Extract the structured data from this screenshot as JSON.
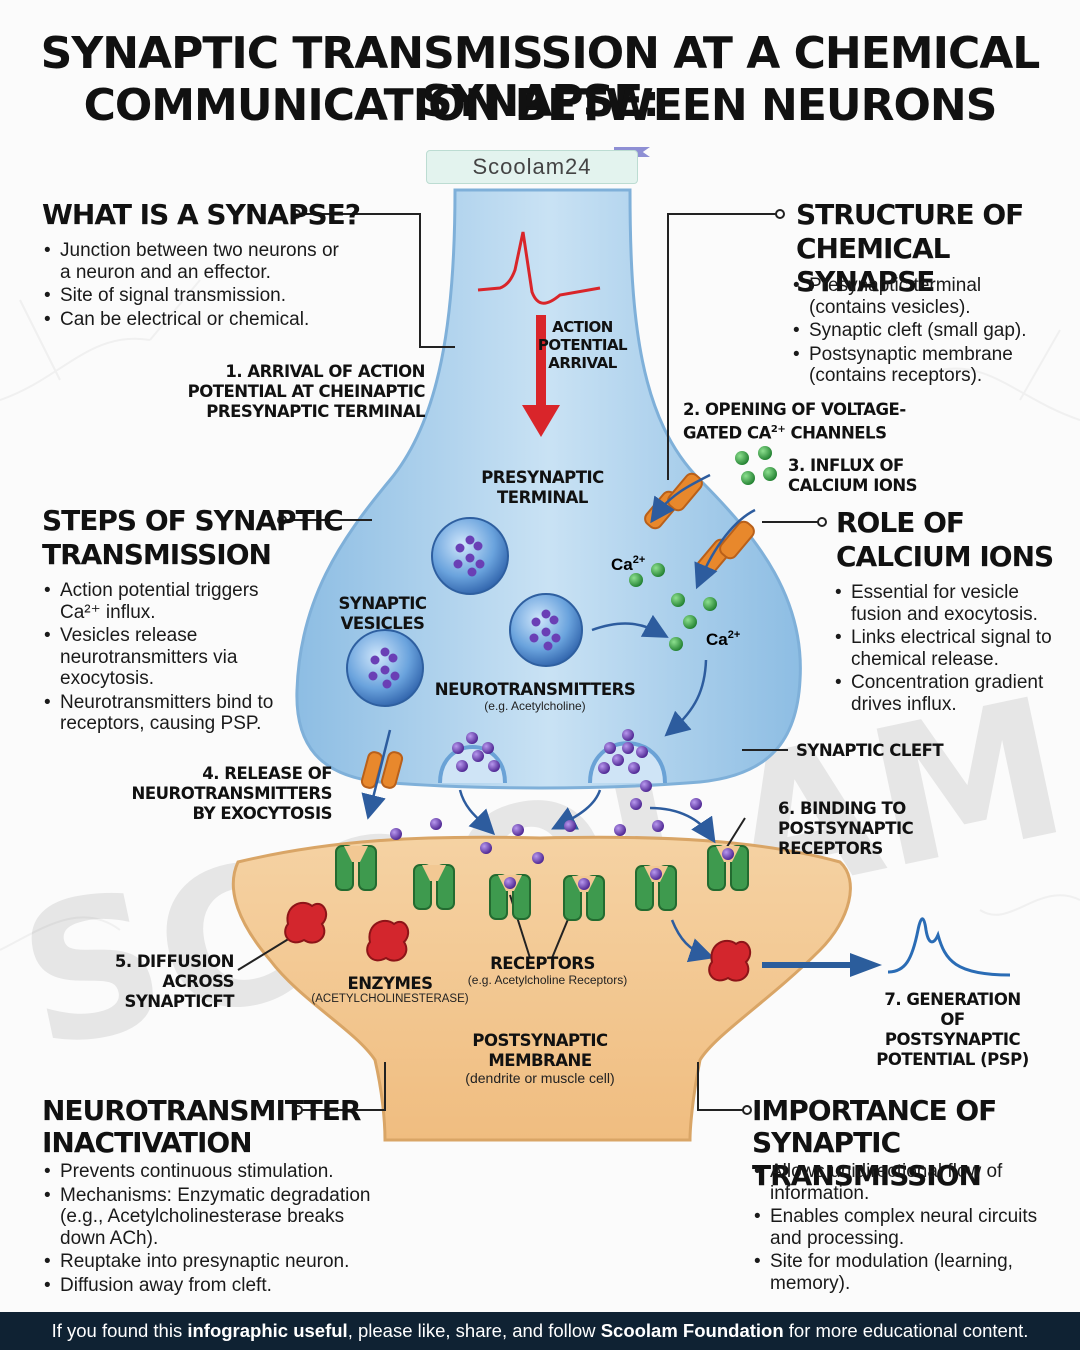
{
  "title": {
    "line1": "SYNAPTIC TRANSMISSION AT A CHEMICAL SYNAPSE:",
    "line2": "COMMUNICATION BETWEEN NEURONS"
  },
  "brand": "Scoolam24",
  "watermark": "SCOOLAM",
  "sections": {
    "what_is": {
      "heading": "WHAT IS A SYNAPSE?",
      "items": [
        "Junction between two neurons or a neuron and an effector.",
        "Site of signal transmission.",
        "Can be electrical or chemical."
      ]
    },
    "structure": {
      "heading1": "STRUCTURE OF",
      "heading2": "CHEMICAL SYNAPSE",
      "items": [
        "Presynaptic terminal (contains vesicles).",
        "Synaptic cleft (small gap).",
        "Postsynaptic membrane (contains receptors)."
      ]
    },
    "steps": {
      "heading1": "STEPS OF SYNAPTIC",
      "heading2": "TRANSMISSION",
      "items": [
        "Action potential triggers Ca²⁺ influx.",
        "Vesicles release neurotransmitters via exocytosis.",
        "Neurotransmitters bind to receptors, causing PSP."
      ]
    },
    "calcium": {
      "heading1": "ROLE OF",
      "heading2": "CALCIUM IONS",
      "items": [
        "Essential for vesicle fusion and exocytosis.",
        "Links electrical signal to chemical release.",
        "Concentration gradient drives influx."
      ]
    },
    "inactivation": {
      "heading1": "NEUROTRANSMITTER",
      "heading2": "INACTIVATION",
      "items": [
        "Prevents continuous stimulation.",
        "Mechanisms: Enzymatic degradation (e.g., Acetylcholinesterase breaks down ACh).",
        "Reuptake into presynaptic neuron.",
        "Diffusion away from cleft."
      ]
    },
    "importance": {
      "heading1": "IMPORTANCE OF",
      "heading2": "SYNAPTIC TRANSMISSION",
      "items": [
        "Allows unidirectional flow of information.",
        "Enables complex neural circuits and processing.",
        "Site for modulation (learning, memory)."
      ]
    }
  },
  "labels": {
    "step1": [
      "1. ARRIVAL OF ACTION",
      "POTENTIAL AT CHEINAPTIC",
      "PRESYNAPTIC TERMINAL"
    ],
    "ap_arrival": [
      "ACTION",
      "POTENTIAL",
      "ARRIVAL"
    ],
    "step2_a": "2. OPENING OF VOLTAGE-",
    "step2_b": "GATED Ca",
    "step2_sup": "2+",
    "step2_c": " CHANNELS",
    "step3": [
      "3. INFLUX OF",
      "CALCIUM IONS"
    ],
    "presynaptic": [
      "PRESYNAPTIC",
      "TERMINAL"
    ],
    "vesicles": [
      "SYNAPTIC",
      "VESICLES"
    ],
    "ca_ion": "Ca",
    "ca_sup": "2+",
    "neurotransmitters": "NEUROTRANSMITTERS",
    "neurotransmitters_sub": "(e.g. Acetylcholine)",
    "cleft": "SYNAPTIC CLEFT",
    "step4": [
      "4. RELEASE OF",
      "NEUROTRANSMITTERS",
      "BY EXOCYTOSIS"
    ],
    "step6": [
      "6. BINDING TO",
      "POSTSYNAPTIC",
      "RECEPTORS"
    ],
    "step5": [
      "5. DIFFUSION",
      "ACROSS",
      "SYNAPTICFT"
    ],
    "enzymes": "ENZYMES",
    "enzymes_sub": "(ACETYLCHOLINESTERASE)",
    "receptors": "RECEPTORS",
    "receptors_sub": "(e.g. Acetylcholine Receptors)",
    "step7": [
      "7. GENERATION OF",
      "POSTSYNAPTIC",
      "POTENTIAL (PSP)"
    ],
    "postsynaptic": [
      "POSTSYNAPTIC",
      "MEMBRANE"
    ],
    "postsynaptic_sub": "(dendrite or muscle cell)"
  },
  "footer": {
    "t1": "If you found this ",
    "b1": "infographic useful",
    "t2": ", please like, share, and follow ",
    "b2": "Scoolam Foundation",
    "t3": " for more educational content."
  },
  "colors": {
    "presynaptic_fill": "#a9cde9",
    "postsynaptic_fill": "#f2c893",
    "receptor": "#3e9a4e",
    "enzyme": "#d3262d",
    "calcium_ion": "#2f9b3f",
    "neurotransmitter": "#6a3fb5",
    "channel": "#e8882c",
    "footer_bg": "#0f2233"
  }
}
